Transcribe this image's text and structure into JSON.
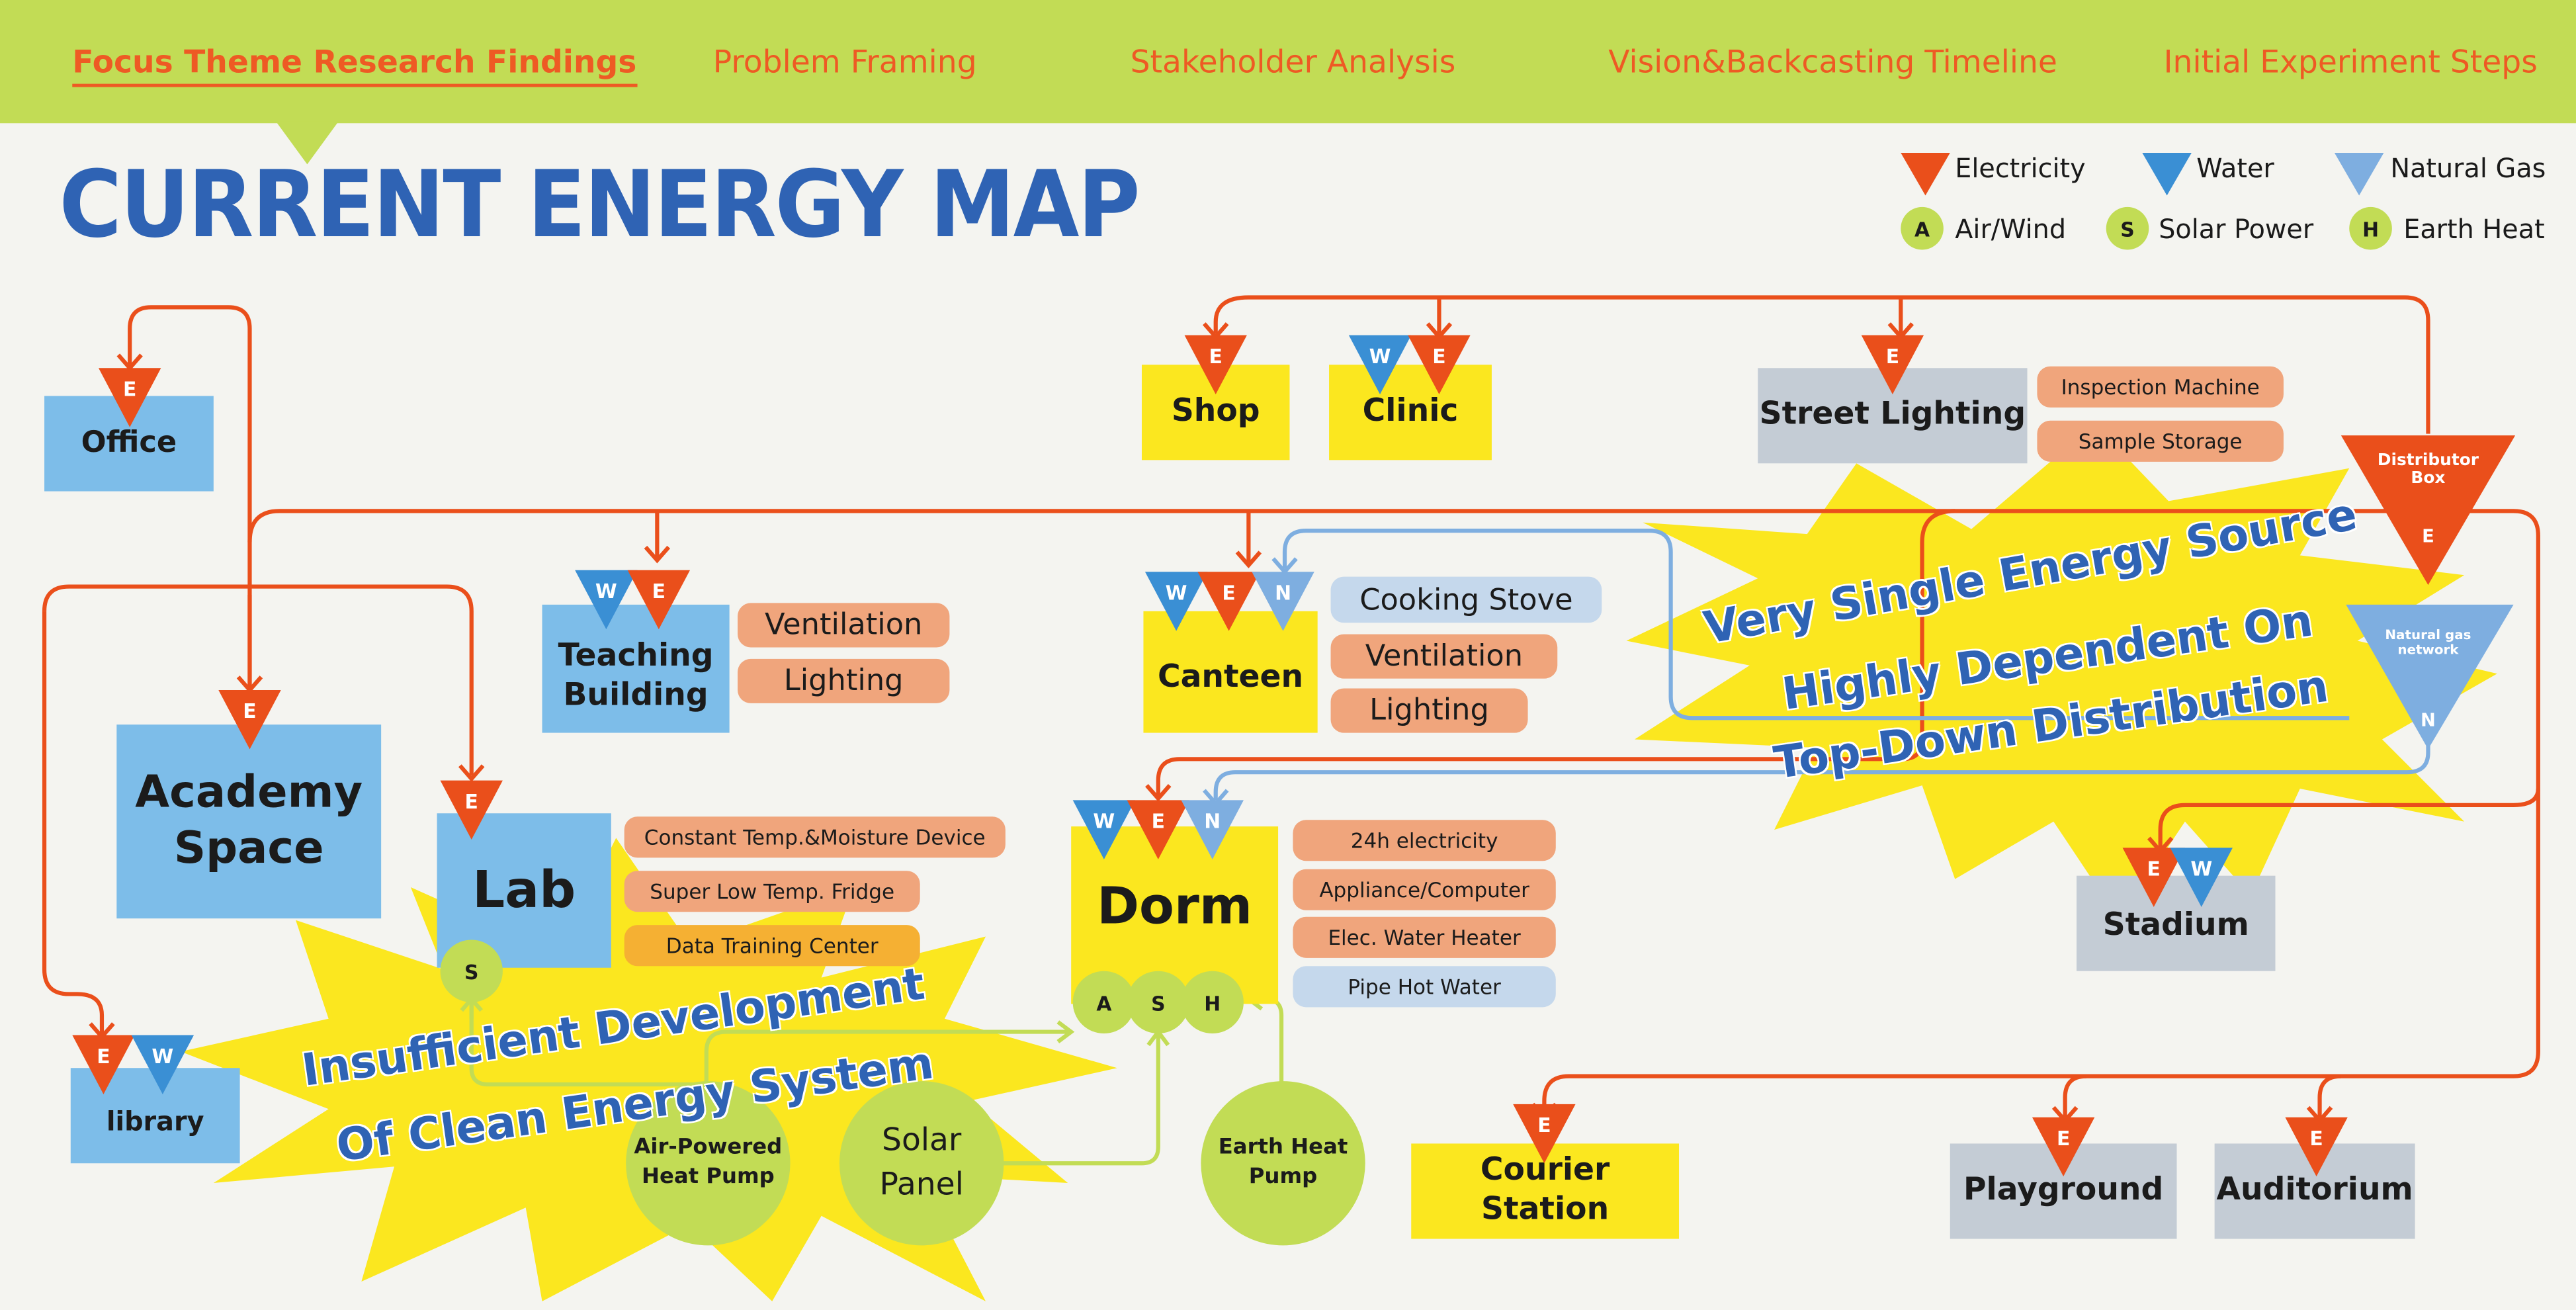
{
  "nav": [
    {
      "label": "Focus Theme Research Findings",
      "active": true
    },
    {
      "label": "Problem Framing"
    },
    {
      "label": "Stakeholder Analysis"
    },
    {
      "label": "Vision&Backcasting Timeline"
    },
    {
      "label": "Initial Experiment Steps"
    }
  ],
  "title": "CURRENT ENERGY  MAP",
  "legend": {
    "electricity": "Electricity",
    "water": "Water",
    "natural_gas": "Natural Gas",
    "air_wind": "Air/Wind",
    "solar_power": "Solar Power",
    "earth_heat": "Earth Heat",
    "marks": {
      "electricity": "E",
      "water": "W",
      "natural_gas": "N",
      "air": "A",
      "solar": "S",
      "earth": "H"
    }
  },
  "colors": {
    "electricity": "#ea4f1b",
    "water": "#3a8fd4",
    "natural_gas": "#7eaee0",
    "clean": "#c2dc55",
    "accent": "#2f63b4"
  },
  "nodes": {
    "office": "Office",
    "academy_space": "Academy Space",
    "library": "library",
    "teaching_building": "Teaching Building",
    "lab": "Lab",
    "shop": "Shop",
    "clinic": "Clinic",
    "canteen": "Canteen",
    "dorm": "Dorm",
    "street_lighting": "Street Lighting",
    "stadium": "Stadium",
    "courier_station": "Courier Station",
    "playground": "Playground",
    "auditorium": "Auditorium"
  },
  "loads": {
    "teaching": [
      "Ventilation",
      "Lighting"
    ],
    "canteen": [
      "Cooking Stove",
      "Ventilation",
      "Lighting"
    ],
    "lab": [
      "Constant Temp.&Moisture Device",
      "Super Low Temp. Fridge",
      "Data Training Center"
    ],
    "dorm": [
      "24h electricity",
      "Appliance/Computer",
      "Elec. Water Heater",
      "Pipe Hot Water"
    ],
    "street": [
      "Inspection Machine",
      "Sample Storage"
    ]
  },
  "sources": {
    "distributor_box": "Distributor Box",
    "gas_network": "Natural gas network",
    "air_pump": "Air-Powered Heat Pump",
    "solar_panel": "Solar Panel",
    "earth_pump": "Earth Heat Pump"
  },
  "callouts": {
    "top_right": [
      "Very Single Energy Source",
      "Highly Dependent On",
      "Top-Down Distribution"
    ],
    "bottom_left": [
      "Insufficient Development",
      "Of Clean Energy System"
    ]
  }
}
